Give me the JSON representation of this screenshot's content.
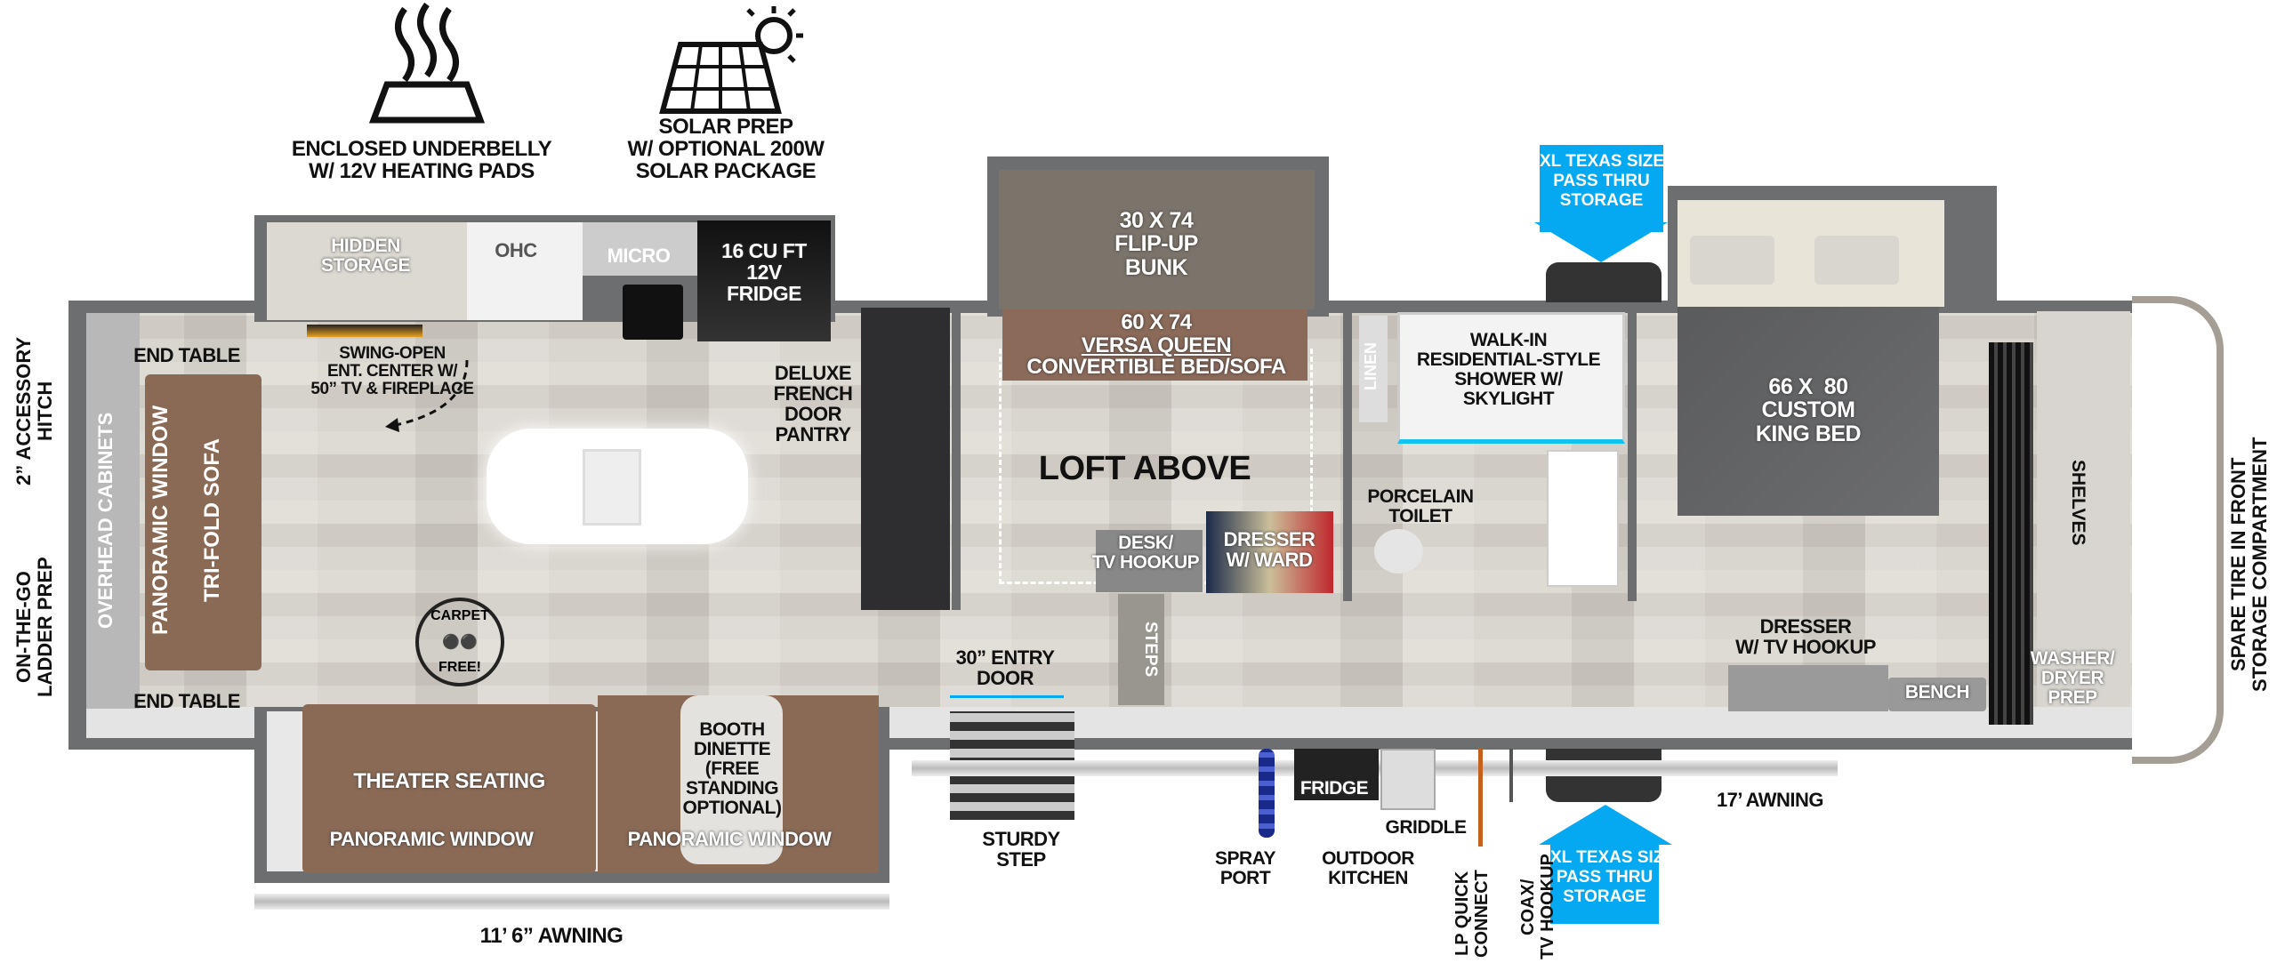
{
  "features": {
    "underbelly": "ENCLOSED UNDERBELLY\nW/ 12V HEATING PADS",
    "solar": "SOLAR PREP\nW/ OPTIONAL 200W\nSOLAR PACKAGE"
  },
  "kitchen_slide": {
    "hidden_storage": "HIDDEN\nSTORAGE",
    "ohc": "OHC",
    "micro": "MICRO",
    "fridge": "16 CU FT\n12V\nFRIDGE",
    "ent_center": "SWING-OPEN\nENT. CENTER W/\n50” TV & FIREPLACE"
  },
  "rear": {
    "hitch": "2” ACCESSORY\nHITCH",
    "ladder": "ON-THE-GO\nLADDER PREP",
    "overhead": "OVERHEAD CABINETS",
    "panoramic": "PANORAMIC WINDOW",
    "sofa": "TRI-FOLD SOFA",
    "end_table_top": "END TABLE",
    "end_table_bottom": "END TABLE"
  },
  "living": {
    "pantry": "DELUXE\nFRENCH\nDOOR\nPANTRY",
    "carpet_top": "CARPET",
    "carpet_bottom": "FREE!"
  },
  "dinette_slide": {
    "theater": "THEATER SEATING",
    "booth": "BOOTH\nDINETTE\n(FREE\nSTANDING\nOPTIONAL)",
    "window_left": "PANORAMIC WINDOW",
    "window_right": "PANORAMIC WINDOW",
    "awning": "11’ 6” AWNING"
  },
  "loft": {
    "bunk": "30 X 74\nFLIP-UP\nBUNK",
    "versa_size": "60 X 74",
    "versa_name": "VERSA QUEEN",
    "versa_desc": "CONVERTIBLE BED/SOFA",
    "loft_above": "LOFT ABOVE",
    "desk": "DESK/\nTV HOOKUP",
    "dresser": "DRESSER\nW/ WARD",
    "steps": "STEPS"
  },
  "bath": {
    "linen": "LINEN",
    "shower": "WALK-IN\nRESIDENTIAL-STYLE\nSHOWER W/\nSKYLIGHT",
    "toilet": "PORCELAIN\nTOILET"
  },
  "bedroom": {
    "bed": "66 X  80\nCUSTOM\nKING BED",
    "dresser": "DRESSER\nW/ TV HOOKUP",
    "bench": "BENCH",
    "shelves": "SHELVES",
    "washer": "WASHER/\nDRYER\nPREP",
    "spare_tire": "SPARE TIRE IN FRONT\nSTORAGE COMPARTMENT"
  },
  "exterior": {
    "storage_top": "XL TEXAS SIZE\nPASS THRU\nSTORAGE",
    "storage_bottom": "XL TEXAS SIZE\nPASS THRU\nSTORAGE",
    "entry_door": "30” ENTRY\nDOOR",
    "sturdy_step": "STURDY\nSTEP",
    "spray_port": "SPRAY\nPORT",
    "outdoor_kitchen": "OUTDOOR\nKITCHEN",
    "outdoor_fridge": "FRIDGE",
    "griddle": "GRIDDLE",
    "lp": "LP QUICK\nCONNECT",
    "coax": "COAX/\nTV HOOKUP",
    "awning": "17’ AWNING"
  },
  "colors": {
    "accent_blue": "#05a9f2",
    "sofa_brown": "#8a6a55",
    "bed_grey": "#5d5e60"
  }
}
